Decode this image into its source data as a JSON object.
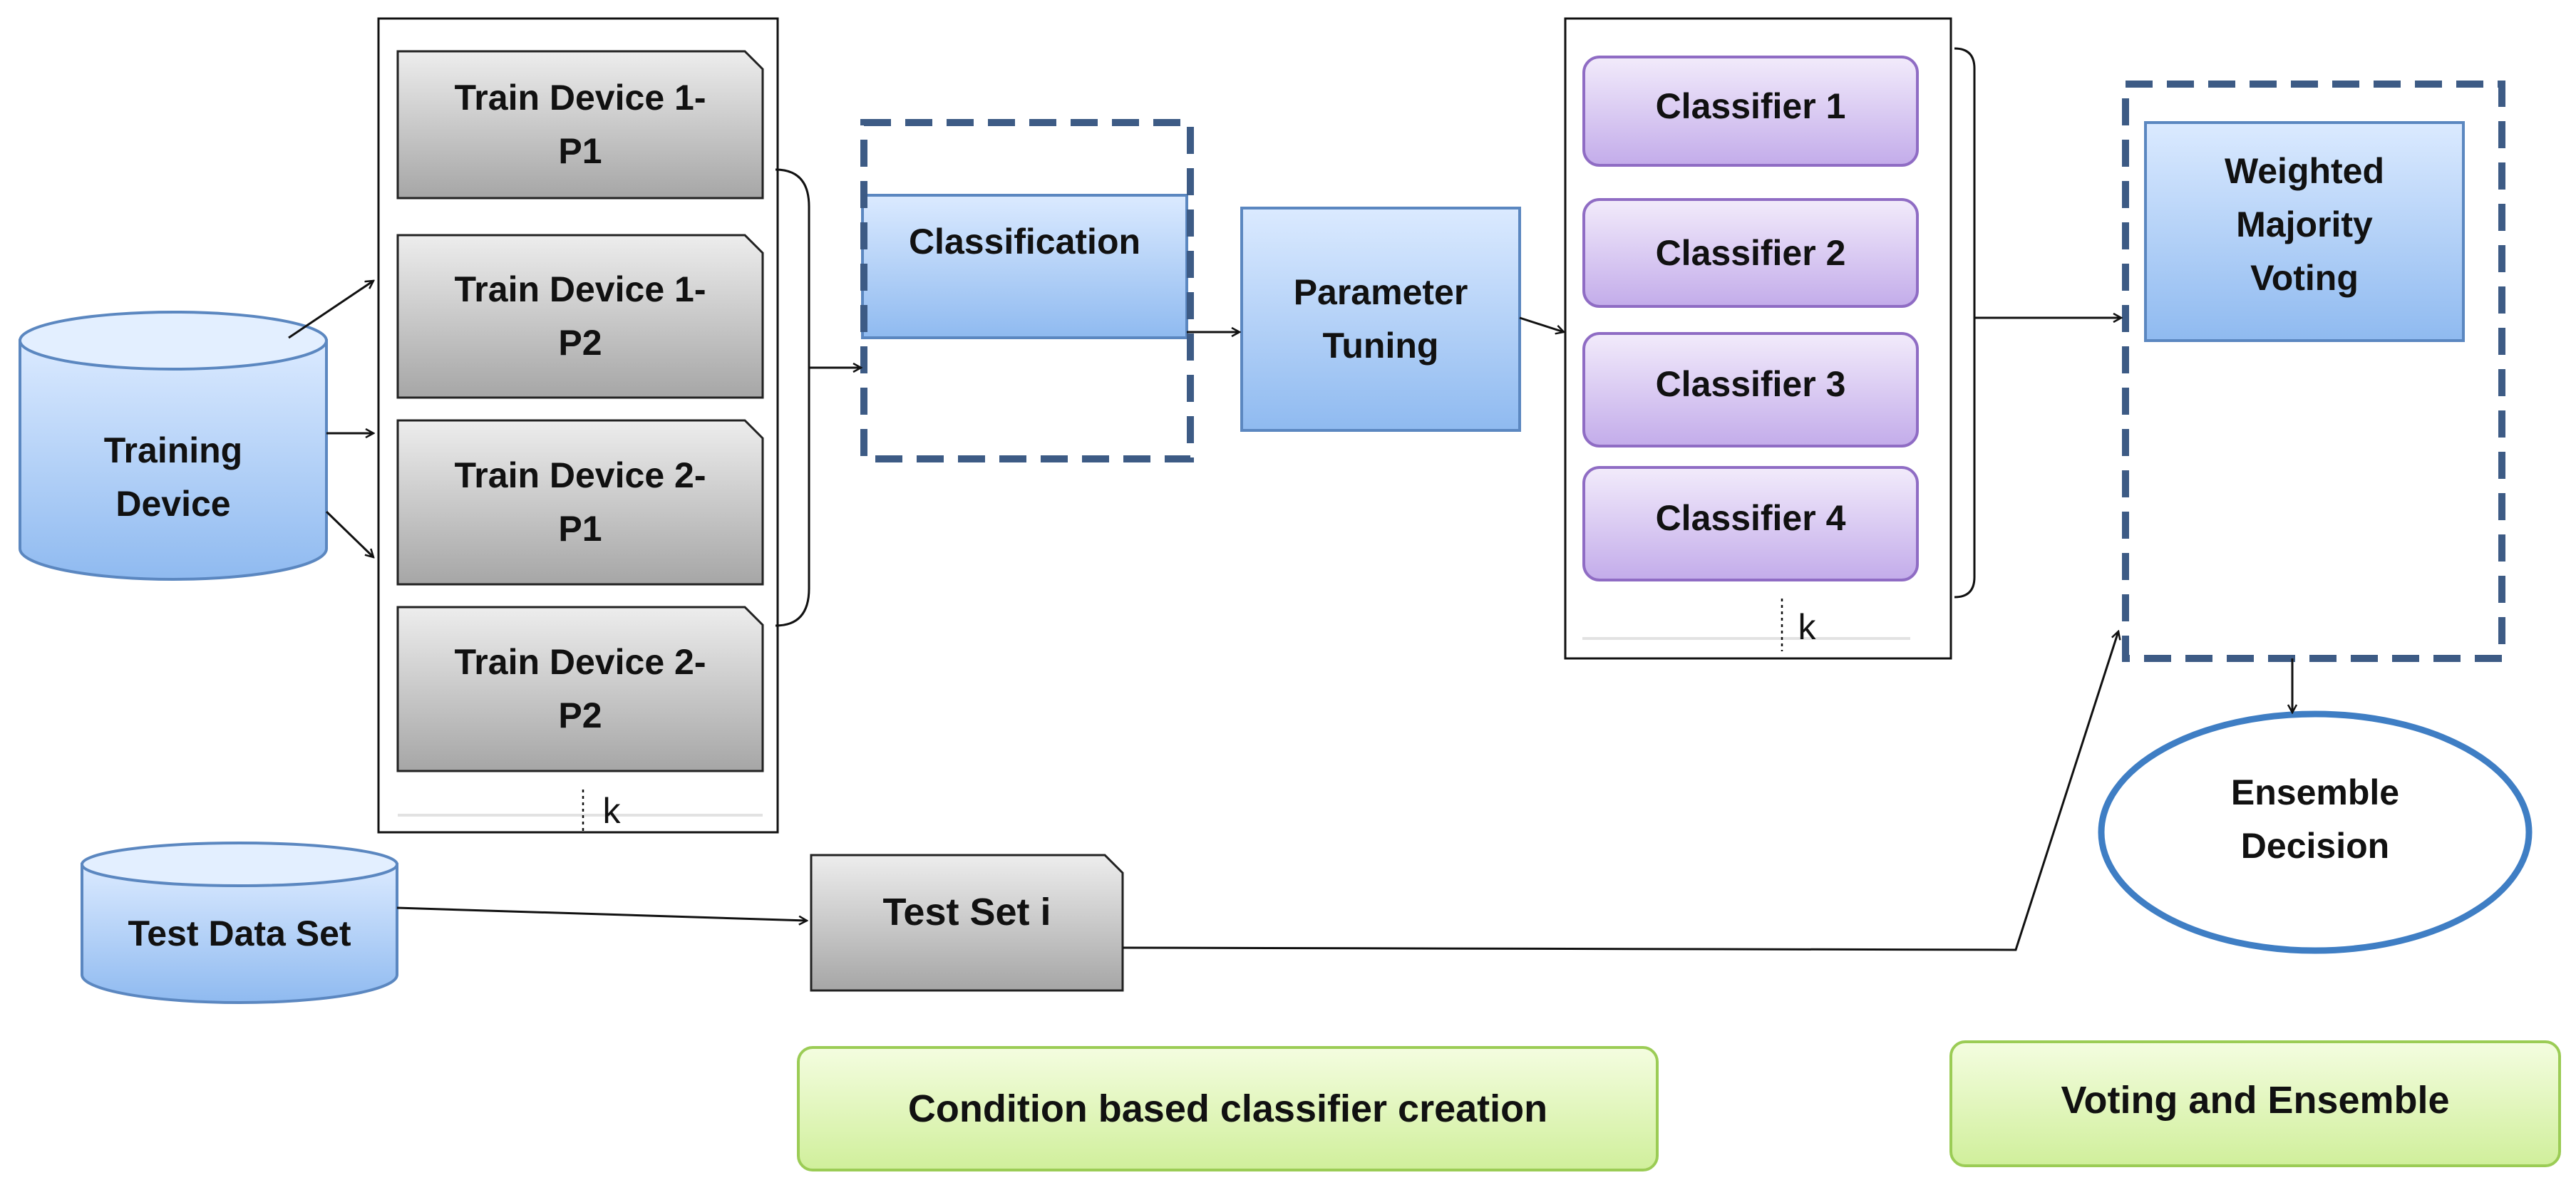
{
  "nodes": {
    "training_device": "Training\nDevice",
    "train_device_1_p1": "Train Device 1-\nP1",
    "train_device_1_p2": "Train Device 1-\nP2",
    "train_device_2_p1": "Train Device 2-\nP1",
    "train_device_2_p2": "Train Device 2-\nP2",
    "train_ellipsis_k": "k",
    "classification": "Classification",
    "parameter_tuning": "Parameter\nTuning",
    "classifier_1": "Classifier 1",
    "classifier_2": "Classifier 2",
    "classifier_3": "Classifier 3",
    "classifier_4": "Classifier 4",
    "classifier_ellipsis_k": "k",
    "weighted_majority_voting": "Weighted\nMajority\nVoting",
    "ensemble_decision": "Ensemble\nDecision",
    "test_data_set": "Test Data Set",
    "test_set_i": "Test Set i"
  },
  "phase_labels": {
    "classifier_creation": "Condition based classifier creation",
    "voting_ensemble": "Voting and Ensemble"
  },
  "colors": {
    "blue_fill_top": "#dbeaff",
    "blue_fill_bottom": "#8fbaf0",
    "blue_stroke": "#5b87c0",
    "gray_fill_top": "#ededed",
    "gray_fill_bottom": "#a6a6a6",
    "purple_fill_top": "#f2ebfb",
    "purple_fill_bottom": "#c3acea",
    "purple_stroke": "#8f6cc4",
    "green_fill_top": "#f4fde0",
    "green_fill_bottom": "#d0ef9b",
    "green_stroke": "#9bcc55",
    "dashed_stroke": "#3d5b85",
    "ellipse_stroke": "#3f7ec4"
  }
}
